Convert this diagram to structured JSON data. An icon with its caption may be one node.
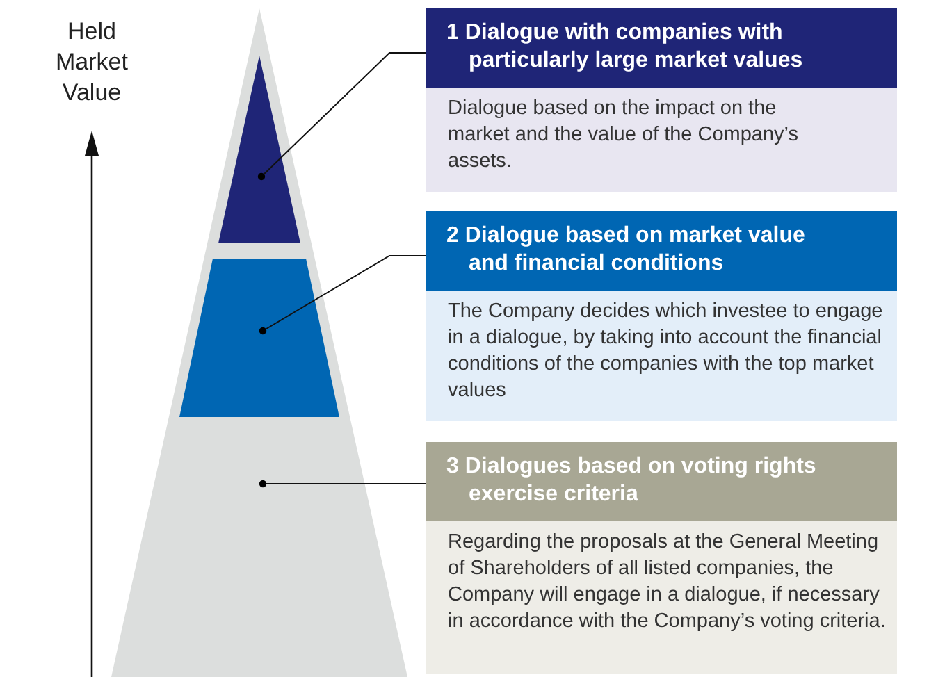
{
  "diagram": {
    "nodes": [
      {
        "text": [],
        "shape": "triangle"
      },
      {
        "text": [],
        "shape": "triangle",
        "in": 0
      },
      {
        "text": [],
        "shape": "trapezoid",
        "in": 0
      },
      {
        "text": [
          "1 Dialogue with companies with particularly large market values",
          "Dialogue based on the impact on the market and the value of the Company’s assets."
        ]
      },
      {
        "text": [
          "2 Dialogue based on market value and financial conditions",
          "The Company decides which investee to engage in a dialogue, by taking into account the financial conditions of the companies with the top market values"
        ]
      },
      {
        "text": [
          "3 Dialogues based on voting rights exercise criteria",
          "Regarding the proposals at the General Meeting of Shareholders of all listed companies, the Company will engage in a dialogue, if necessary in accordance with the Company’s voting criteria."
        ]
      }
    ],
    "edges": [
      {
        "from": 3,
        "to": 1,
        "arrow": "other"
      },
      {
        "from": 4,
        "to": 2,
        "arrow": "other"
      },
      {
        "from": 5,
        "to": 0,
        "arrow": "other"
      }
    ],
    "labels": [
      "Held Market Value"
    ]
  }
}
